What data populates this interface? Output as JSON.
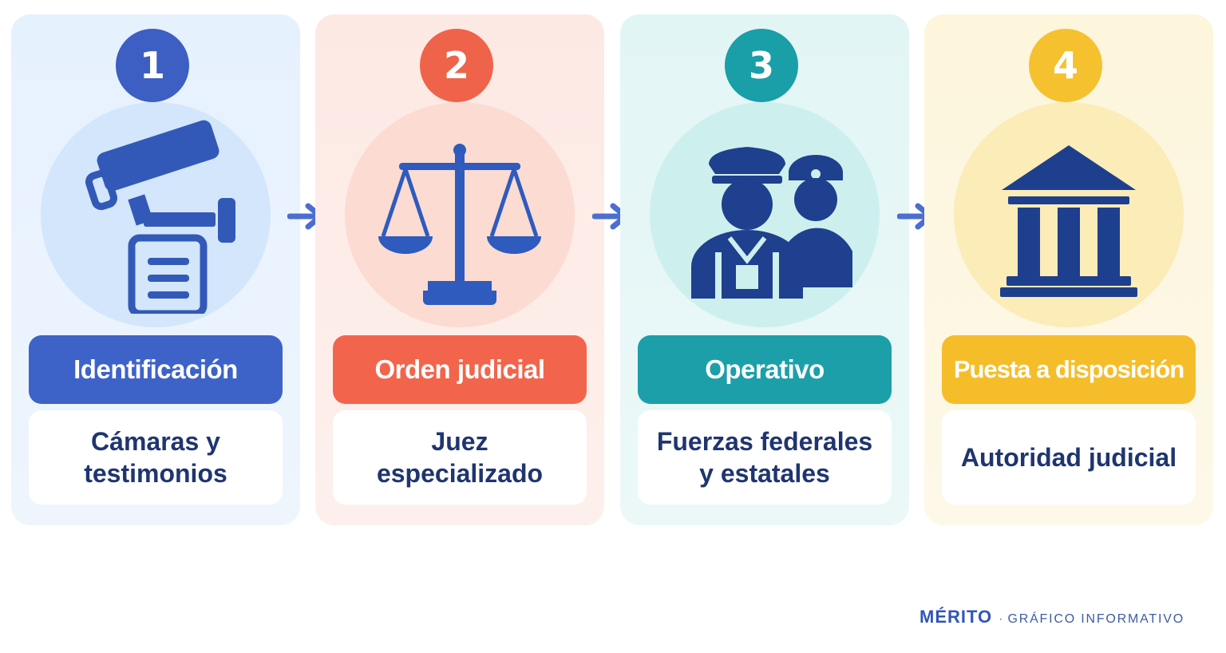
{
  "steps": [
    {
      "number": "1",
      "title": "Identificación",
      "description": "Cámaras y testimonios",
      "icon": "camera-document-icon",
      "color": "#3e63c8"
    },
    {
      "number": "2",
      "title": "Orden judicial",
      "description": "Juez especializado",
      "icon": "scales-of-justice-icon",
      "color": "#f2654c"
    },
    {
      "number": "3",
      "title": "Operativo",
      "description": "Fuerzas federales y estatales",
      "icon": "police-officers-icon",
      "color": "#1c9fa9"
    },
    {
      "number": "4",
      "title": "Puesta a disposición",
      "description": "Autoridad judicial",
      "icon": "courthouse-icon",
      "color": "#f6bd2b"
    }
  ],
  "footer": {
    "brand": "MÉRITO",
    "separator": "·",
    "subtitle": "GRÁFICO INFORMATIVO"
  },
  "icon_color": "#2b4fa3",
  "arrow_color": "#4a6fd1"
}
